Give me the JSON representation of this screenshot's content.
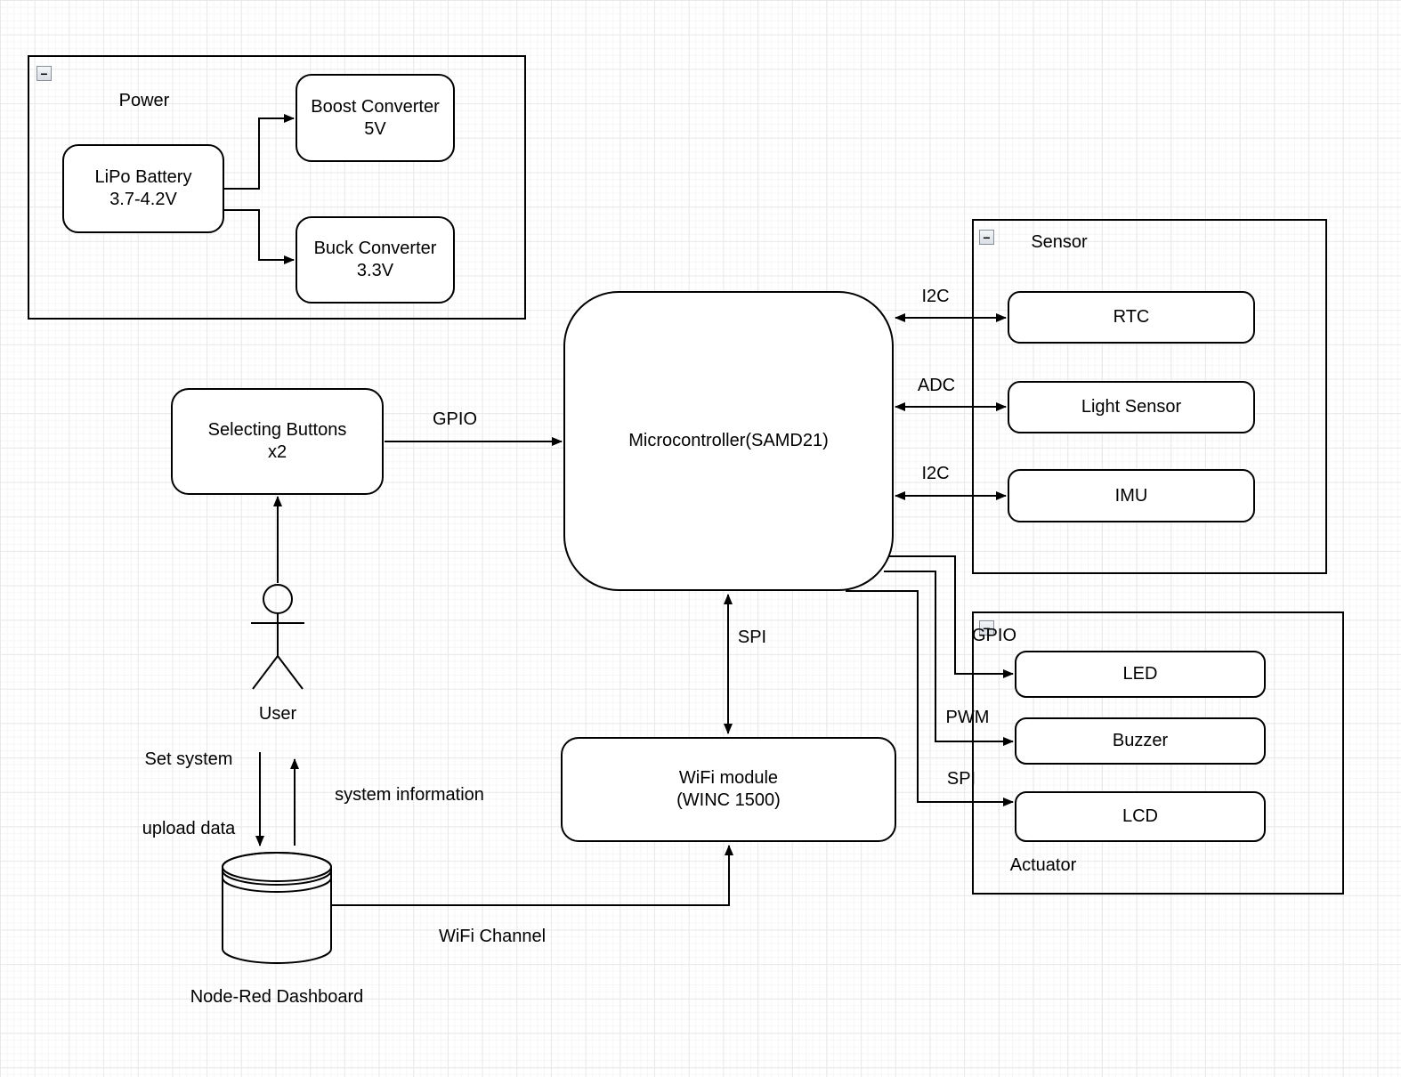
{
  "groups": {
    "power": {
      "label": "Power"
    },
    "sensor": {
      "label": "Sensor"
    },
    "actuator": {
      "label": "Actuator"
    }
  },
  "nodes": {
    "lipo": {
      "line1": "LiPo Battery",
      "line2": "3.7-4.2V"
    },
    "boost": {
      "line1": "Boost Converter",
      "line2": "5V"
    },
    "buck": {
      "line1": "Buck Converter",
      "line2": "3.3V"
    },
    "buttons": {
      "line1": "Selecting Buttons",
      "line2": "x2"
    },
    "mcu": {
      "label": "Microcontroller(SAMD21)"
    },
    "wifi": {
      "line1": "WiFi module",
      "line2": "(WINC 1500)"
    },
    "rtc": {
      "label": "RTC"
    },
    "light": {
      "label": "Light Sensor"
    },
    "imu": {
      "label": "IMU"
    },
    "led": {
      "label": "LED"
    },
    "buzzer": {
      "label": "Buzzer"
    },
    "lcd": {
      "label": "LCD"
    },
    "user": {
      "label": "User"
    },
    "dashboard": {
      "label": "Node-Red Dashboard"
    }
  },
  "edge_labels": {
    "gpio_buttons": "GPIO",
    "i2c_rtc": "I2C",
    "adc_light": "ADC",
    "i2c_imu": "I2C",
    "gpio_led": "GPIO",
    "pwm_buzzer": "PWM",
    "spi_lcd": "SPI",
    "spi_wifi": "SPI",
    "wifi_channel": "WiFi Channel",
    "set_system_line1": "Set system",
    "set_system_line2": "upload data",
    "system_information": "system information"
  },
  "icons": {
    "collapse_glyph": "−"
  },
  "colors": {
    "stroke": "#000000",
    "fill": "#ffffff",
    "grid_major": "#e9e9e9",
    "grid_minor": "#f6f6f6"
  }
}
